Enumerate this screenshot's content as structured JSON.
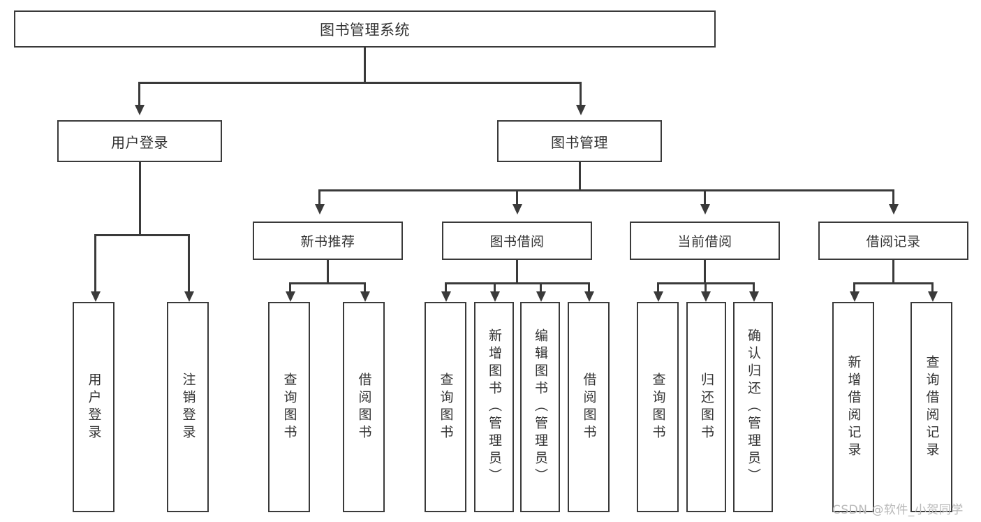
{
  "diagram": {
    "type": "tree-hierarchy-functional-decomposition",
    "root": {
      "label": "图书管理系统"
    },
    "level1": [
      {
        "label": "用户登录"
      },
      {
        "label": "图书管理"
      }
    ],
    "level2": [
      {
        "label": "新书推荐"
      },
      {
        "label": "图书借阅"
      },
      {
        "label": "当前借阅"
      },
      {
        "label": "借阅记录"
      }
    ],
    "leaves": {
      "user_login": [
        {
          "label": "用户登录"
        },
        {
          "label": "注销登录"
        }
      ],
      "new_book_recommend": [
        {
          "label": "查询图书"
        },
        {
          "label": "借阅图书"
        }
      ],
      "book_borrow": [
        {
          "label": "查询图书"
        },
        {
          "label": "新增图书（管理员）"
        },
        {
          "label": "编辑图书（管理员）"
        },
        {
          "label": "借阅图书"
        }
      ],
      "current_borrow": [
        {
          "label": "查询图书"
        },
        {
          "label": "归还图书"
        },
        {
          "label": "确认归还（管理员）"
        }
      ],
      "borrow_record": [
        {
          "label": "新增借阅记录"
        },
        {
          "label": "查询借阅记录"
        }
      ]
    }
  },
  "watermark": {
    "text": "CSDN @软件_小贺同学"
  },
  "colors": {
    "border": "#3a3a3a",
    "text": "#333333",
    "background": "#ffffff",
    "watermark": "#b8b8b8"
  }
}
